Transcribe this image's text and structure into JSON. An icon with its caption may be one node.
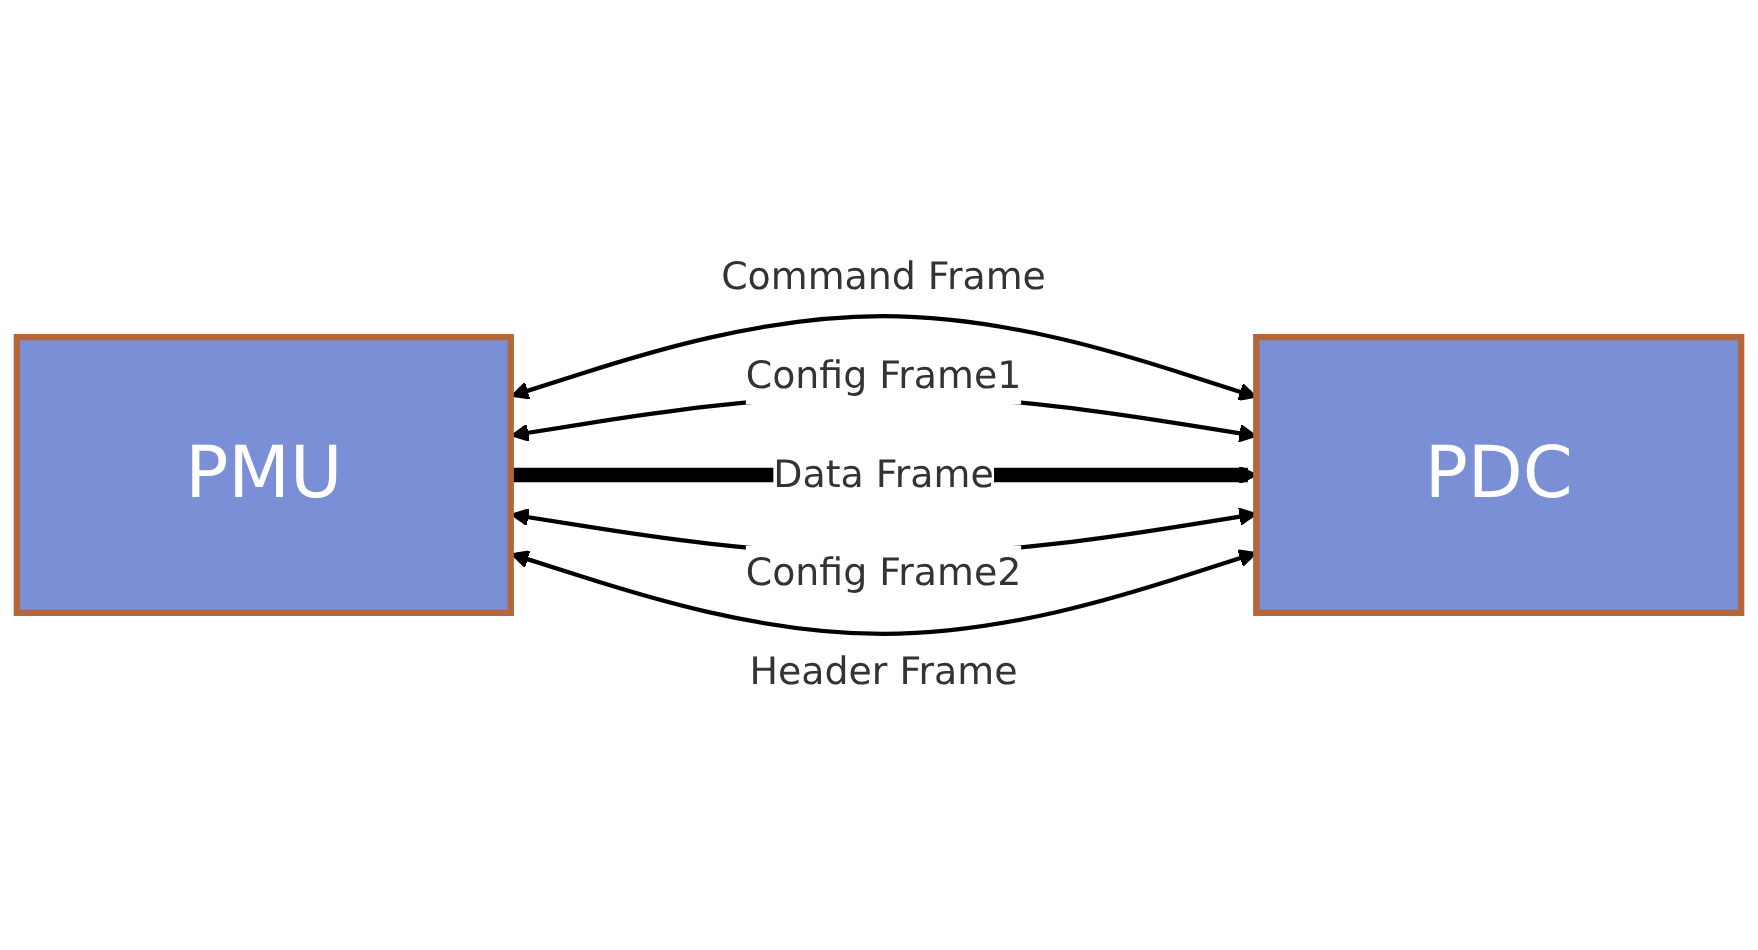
{
  "diagram": {
    "nodes": [
      {
        "text": [
          "PMU"
        ]
      },
      {
        "text": [
          "PDC"
        ]
      }
    ],
    "edges": [
      {
        "from": 0,
        "to": 1,
        "arrow": "both",
        "label": "Command Frame"
      },
      {
        "from": 0,
        "to": 1,
        "arrow": "both",
        "label": "Config  Frame1"
      },
      {
        "from": 0,
        "to": 1,
        "arrow": "to",
        "label": "Data Frame",
        "style": "thick"
      },
      {
        "from": 0,
        "to": 1,
        "arrow": "both",
        "label": "Config  Frame2"
      },
      {
        "from": 0,
        "to": 1,
        "arrow": "both",
        "label": "Header Frame"
      }
    ]
  }
}
